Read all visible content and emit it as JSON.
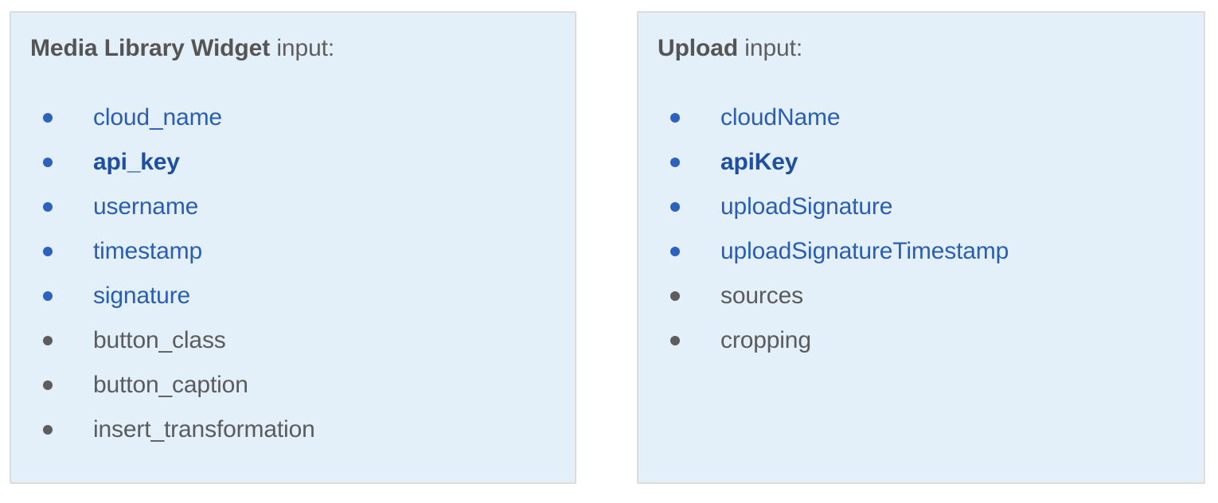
{
  "page": {
    "background_color": "#ffffff",
    "panel_fill_color": "#e3eff9",
    "panel_border_color": "#dcdcdc",
    "blue_accent_color": "#2a5eb4",
    "bold_blue_color": "#1f4fa2",
    "gray_text_color": "#5b5b5b"
  },
  "panels": [
    {
      "title_strong": "Media Library Widget",
      "title_plain": " input:",
      "items": [
        {
          "label": "cloud_name",
          "highlight": "blue",
          "bold": false
        },
        {
          "label": "api_key",
          "highlight": "blue",
          "bold": true
        },
        {
          "label": "username",
          "highlight": "blue",
          "bold": false
        },
        {
          "label": "timestamp",
          "highlight": "blue",
          "bold": false
        },
        {
          "label": "signature",
          "highlight": "blue",
          "bold": false
        },
        {
          "label": "button_class",
          "highlight": "gray",
          "bold": false
        },
        {
          "label": "button_caption",
          "highlight": "gray",
          "bold": false
        },
        {
          "label": "insert_transformation",
          "highlight": "gray",
          "bold": false
        }
      ]
    },
    {
      "title_strong": "Upload",
      "title_plain": " input:",
      "items": [
        {
          "label": "cloudName",
          "highlight": "blue",
          "bold": false
        },
        {
          "label": "apiKey",
          "highlight": "blue",
          "bold": true
        },
        {
          "label": "uploadSignature",
          "highlight": "blue",
          "bold": false
        },
        {
          "label": "uploadSignatureTimestamp",
          "highlight": "blue",
          "bold": false
        },
        {
          "label": "sources",
          "highlight": "gray",
          "bold": false
        },
        {
          "label": "cropping",
          "highlight": "gray",
          "bold": false
        }
      ]
    }
  ]
}
